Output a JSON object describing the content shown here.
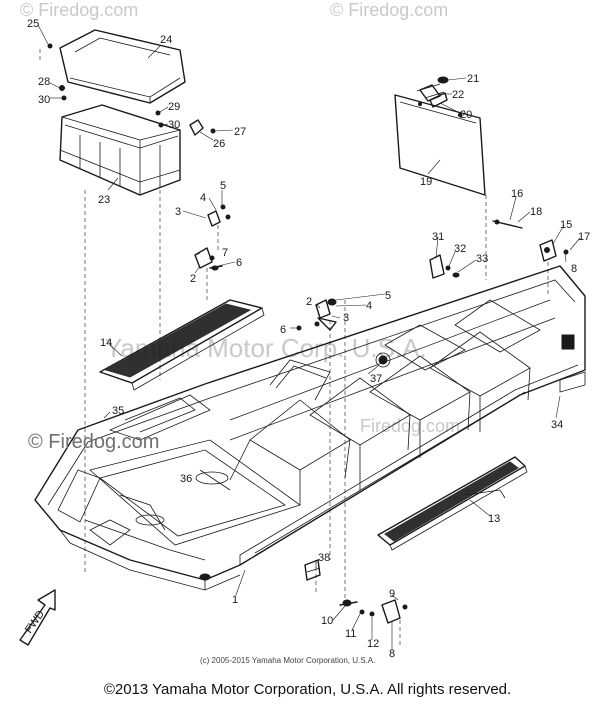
{
  "watermarks": {
    "firedog_top_left": "© Firedog.com",
    "firedog_top_right": "© Firedog.com",
    "firedog_middle_left": "© Firedog.com",
    "yamaha_overlay": "Yamaha Motor Corp. U.S.A.",
    "firedog_middle_right": "Firedog.com"
  },
  "callouts": {
    "c25": "25",
    "c24": "24",
    "c28": "28",
    "c30a": "30",
    "c29": "29",
    "c30b": "30",
    "c27": "27",
    "c26": "26",
    "c23": "23",
    "c21": "21",
    "c22": "22",
    "c20": "20",
    "c19": "19",
    "c5a": "5",
    "c4a": "4",
    "c3a": "3",
    "c2a": "2",
    "c7": "7",
    "c6a": "6",
    "c16": "16",
    "c18": "18",
    "c15": "15",
    "c17": "17",
    "c8": "8",
    "c31": "31",
    "c32": "32",
    "c33": "33",
    "c2b": "2",
    "c5b": "5",
    "c4b": "4",
    "c6b": "6",
    "c3b": "3",
    "c14": "14",
    "c37": "37",
    "c35": "35",
    "c36": "36",
    "c34": "34",
    "c13": "13",
    "c1": "1",
    "c38": "38",
    "c9": "9",
    "c10": "10",
    "c11": "11",
    "c12": "12",
    "c8b": "8"
  },
  "fwd_label": "FWD",
  "small_copyright": "(c) 2005-2015 Yamaha Motor Corporation, U.S.A.",
  "copyright": "©2013 Yamaha Motor Corporation, U.S.A. All rights reserved."
}
